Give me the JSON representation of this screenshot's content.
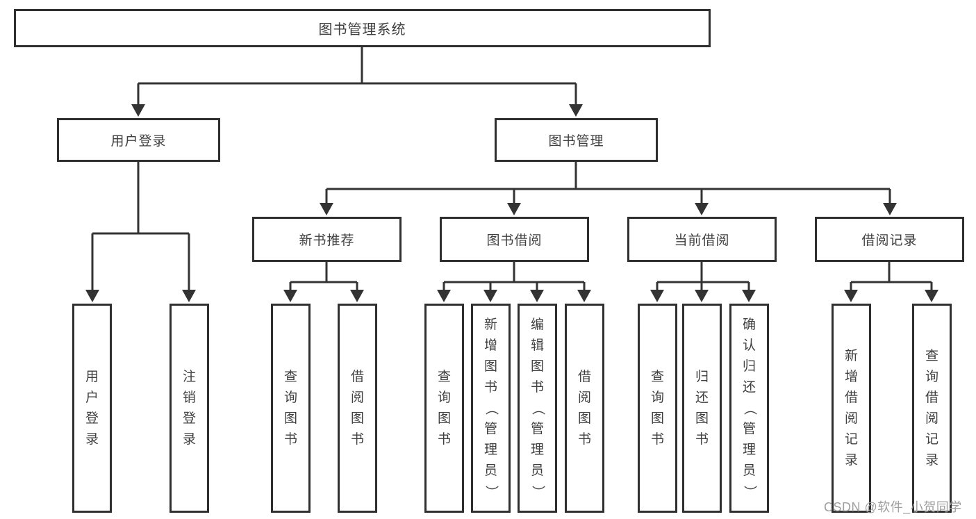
{
  "diagram": {
    "root": "图书管理系统",
    "user_login": {
      "label": "用户登录",
      "leaves": [
        "用户登录",
        "注销登录"
      ]
    },
    "book_mgmt": {
      "label": "图书管理",
      "sections": [
        {
          "label": "新书推荐",
          "leaves": [
            "查询图书",
            "借阅图书"
          ]
        },
        {
          "label": "图书借阅",
          "leaves": [
            "查询图书",
            "新增图书（管理员）",
            "编辑图书（管理员）",
            "借阅图书"
          ]
        },
        {
          "label": "当前借阅",
          "leaves": [
            "查询图书",
            "归还图书",
            "确认归还（管理员）"
          ]
        },
        {
          "label": "借阅记录",
          "leaves": [
            "新增借阅记录",
            "查询借阅记录"
          ]
        }
      ]
    }
  },
  "watermark": "CSDN @软件_小贺同学",
  "colors": {
    "line": "#333333",
    "node_border": "#2f2f2f",
    "node_text": "#3f3f3f",
    "watermark_text": "#9f9f9f",
    "background": "#ffffff"
  }
}
